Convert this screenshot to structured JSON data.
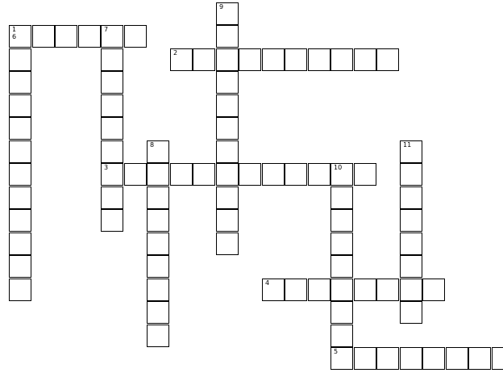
{
  "puzzle": {
    "entries": [
      {
        "number": "1",
        "direction": "across",
        "row": 0,
        "col": 0,
        "length": 6
      },
      {
        "number": "2",
        "direction": "across",
        "row": 1,
        "col": 7,
        "length": 10
      },
      {
        "number": "3",
        "direction": "across",
        "row": 6,
        "col": 4,
        "length": 12
      },
      {
        "number": "4",
        "direction": "across",
        "row": 11,
        "col": 11,
        "length": 8
      },
      {
        "number": "5",
        "direction": "across",
        "row": 14,
        "col": 14,
        "length": 8
      },
      {
        "number": "6",
        "direction": "down",
        "row": 0,
        "col": 0,
        "length": 12
      },
      {
        "number": "7",
        "direction": "down",
        "row": 0,
        "col": 4,
        "length": 9
      },
      {
        "number": "8",
        "direction": "down",
        "row": 5,
        "col": 6,
        "length": 9
      },
      {
        "number": "9",
        "direction": "down",
        "row": -1,
        "col": 9,
        "length": 11
      },
      {
        "number": "10",
        "direction": "down",
        "row": 6,
        "col": 14,
        "length": 9
      },
      {
        "number": "11",
        "direction": "down",
        "row": 5,
        "col": 17,
        "length": 8
      }
    ]
  }
}
